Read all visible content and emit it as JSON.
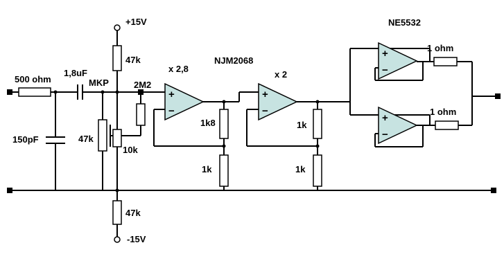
{
  "diagram": {
    "labels": {
      "vpos": "+15V",
      "vneg": "-15V",
      "r_source": "500 ohm",
      "c_input": "1,8uF",
      "c_type": "MKP",
      "c_shunt": "150pF",
      "pot_47k": "47k",
      "r_top": "47k",
      "r_bottom": "47k",
      "trim_10k": "10k",
      "r_bias": "2M2",
      "gain1": "x 2,8",
      "ic1": "NJM2068",
      "r_fb1": "1k8",
      "r_gnd1": "1k",
      "gain2": "x 2",
      "r_fb2": "1k",
      "r_gnd2": "1k",
      "ic2": "NE5532",
      "r_out1": "1 ohm",
      "r_out2": "1 ohm"
    },
    "opamp_pins": {
      "plus": "+",
      "minus": "−"
    }
  }
}
